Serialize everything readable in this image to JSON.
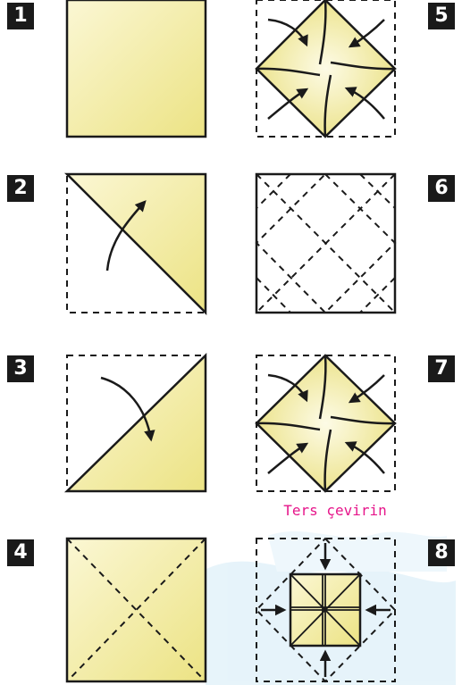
{
  "steps": {
    "s1": "1",
    "s2": "2",
    "s3": "3",
    "s4": "4",
    "s5": "5",
    "s6": "6",
    "s7": "7",
    "s8": "8"
  },
  "caption": "Ters çevirin",
  "colors": {
    "paper_light": "#fbf7d4",
    "paper_dark": "#ece384",
    "caption": "#e6158a",
    "badge": "#1a1a1a",
    "watermark": "#b9dff2"
  }
}
